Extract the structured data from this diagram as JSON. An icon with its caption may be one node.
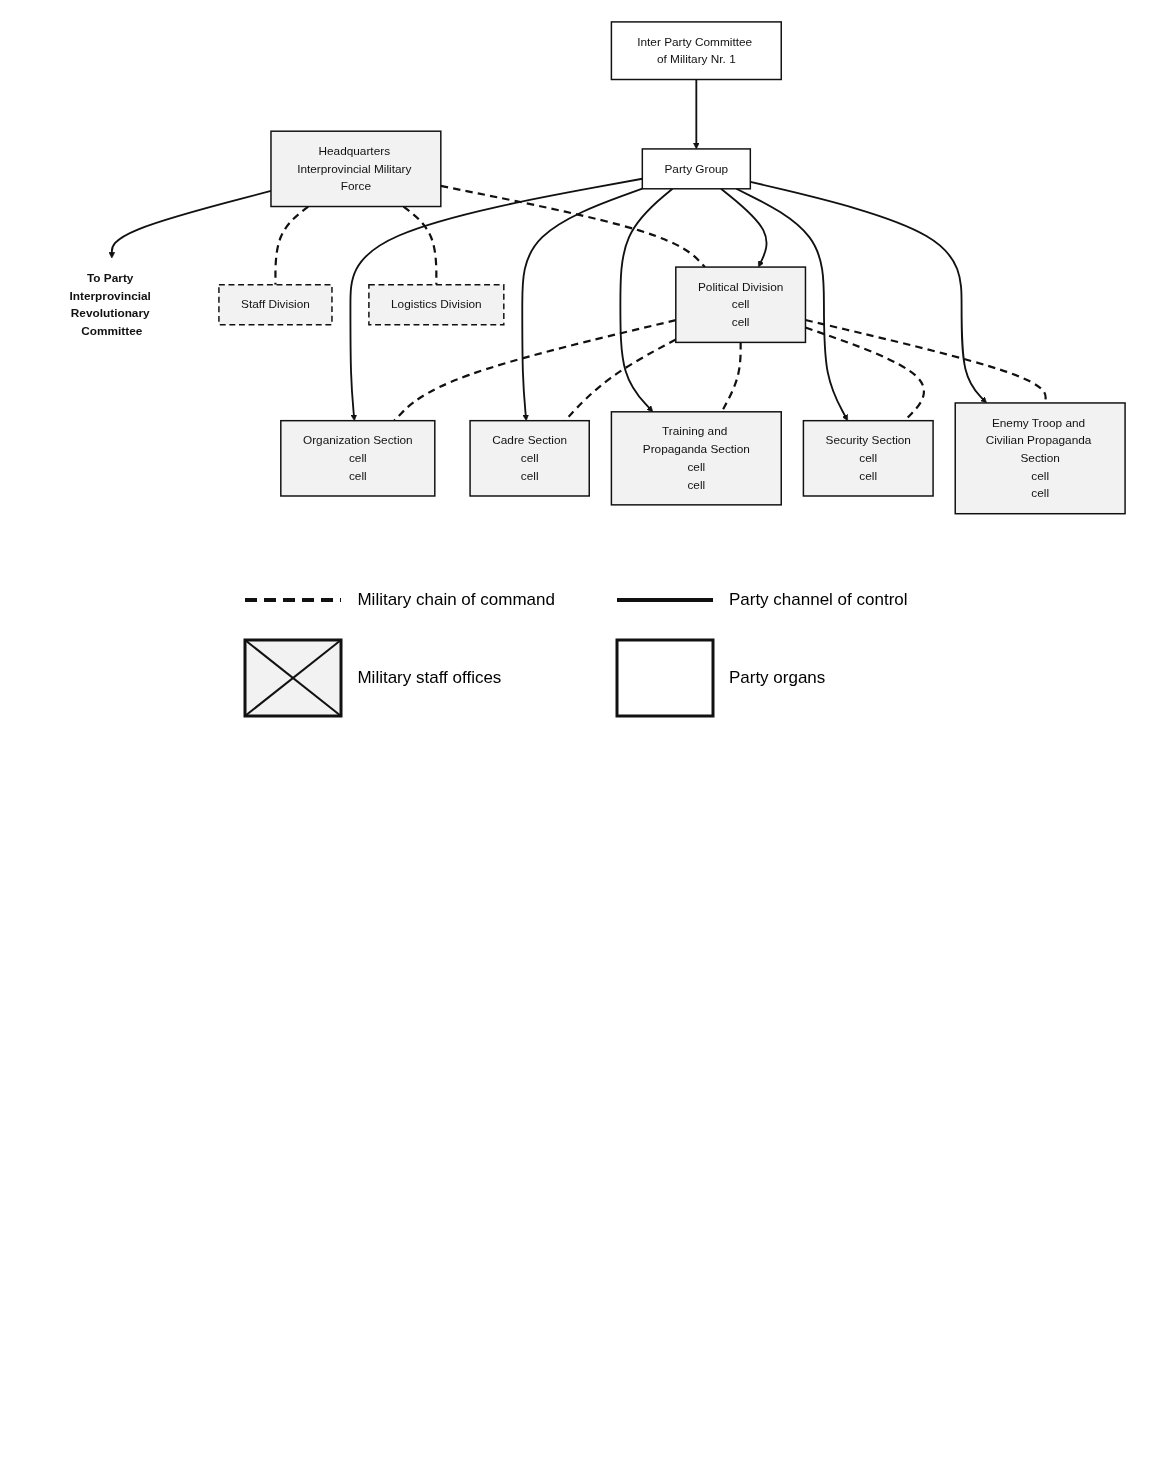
{
  "diagram": {
    "nodes": [
      {
        "text": [
          "Inter Party Committee of Military Nr. 1"
        ]
      },
      {
        "text": [
          "To Party Interprovincial Revolutionary Committee"
        ]
      },
      {
        "text": [
          "Headquarters Interprovincial Military Force"
        ]
      },
      {
        "text": [
          "Party Group"
        ]
      },
      {
        "text": [
          "Staff Division"
        ]
      },
      {
        "text": [
          "Political Division",
          "cell",
          "cell"
        ]
      },
      {
        "text": [
          "Logistics Division"
        ]
      },
      {
        "text": [
          "Organization Section",
          "cell",
          "cell"
        ]
      },
      {
        "text": [
          "Cadre Section",
          "cell",
          "cell"
        ]
      },
      {
        "text": [
          "Training and Propaganda Section",
          "cell",
          "cell"
        ]
      },
      {
        "text": [
          "Security Section",
          "cell",
          "cell"
        ]
      },
      {
        "text": [
          "Enemy Troop and Civilian Propaganda Section",
          "cell",
          "cell"
        ]
      }
    ],
    "edges": [
      {
        "from": 0,
        "to": 3,
        "arrow": "to"
      },
      {
        "from": 2,
        "to": 1,
        "arrow": "to"
      },
      {
        "from": 2,
        "to": 4,
        "arrow": "none",
        "style": "dashed"
      },
      {
        "from": 2,
        "to": 5,
        "arrow": "none",
        "style": "dashed"
      },
      {
        "from": 2,
        "to": 6,
        "arrow": "none",
        "style": "dashed"
      },
      {
        "from": 3,
        "to": 5,
        "arrow": "to"
      },
      {
        "from": 3,
        "to": 7,
        "arrow": "to"
      },
      {
        "from": 3,
        "to": 8,
        "arrow": "to"
      },
      {
        "from": 3,
        "to": 9,
        "arrow": "to"
      },
      {
        "from": 3,
        "to": 10,
        "arrow": "to"
      },
      {
        "from": 3,
        "to": 11,
        "arrow": "to"
      },
      {
        "from": 5,
        "to": 7,
        "arrow": "none",
        "style": "dashed"
      },
      {
        "from": 5,
        "to": 8,
        "arrow": "none",
        "style": "dashed"
      },
      {
        "from": 5,
        "to": 9,
        "arrow": "none",
        "style": "dashed"
      },
      {
        "from": 5,
        "to": 10,
        "arrow": "none",
        "style": "dashed"
      },
      {
        "from": 5,
        "to": 11,
        "arrow": "none",
        "style": "dashed"
      }
    ],
    "legend": [
      {
        "text": "Military chain of command"
      },
      {
        "text": "Party channel of control"
      },
      {
        "text": "Military staff offices"
      },
      {
        "text": "Party organs"
      }
    ]
  }
}
